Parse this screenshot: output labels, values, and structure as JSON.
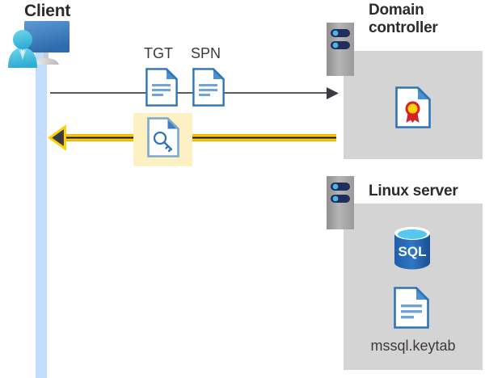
{
  "diagram": {
    "title_client": "Client",
    "title_domain_controller": "Domain\ncontroller",
    "title_domain_controller_line1": "Domain",
    "title_domain_controller_line2": "controller",
    "title_linux_server": "Linux server",
    "labels": {
      "tgt": "TGT",
      "spn": "SPN",
      "keytab_file": "mssql.keytab",
      "sql_badge": "SQL"
    },
    "icons": {
      "client": "user-computer-icon",
      "tgt_doc": "document-icon",
      "spn_doc": "document-icon",
      "key_doc": "key-document-icon",
      "dc_server": "server-icon",
      "certificate": "certificate-document-icon",
      "linux_server": "server-icon",
      "sql_database": "sql-database-icon",
      "keytab_doc": "document-icon"
    },
    "arrows": {
      "request": {
        "name": "request-arrow",
        "direction": "right",
        "color": "#5b5b5b"
      },
      "response": {
        "name": "response-arrow",
        "direction": "left",
        "color": "#ffd000"
      }
    },
    "colors": {
      "lifeline": "#c2dcfb",
      "panel": "#d4d4d4",
      "highlight": "#fdf0c3",
      "doc_blue": "#3f7fc1",
      "doc_line_blue": "#6fa4d8",
      "server_body": "#a6a6a6",
      "server_bar": "#1f2e5a",
      "server_led": "#4fb3e8",
      "cert_ribbon": "#d62027",
      "cert_seal": "#ffd400",
      "sql_blue": "#2e6fbb",
      "sql_top": "#55c8ef",
      "title_text": "#2b2b2b",
      "arrow_yellow": "#ffd000",
      "arrow_gray": "#5b5b5b"
    }
  }
}
